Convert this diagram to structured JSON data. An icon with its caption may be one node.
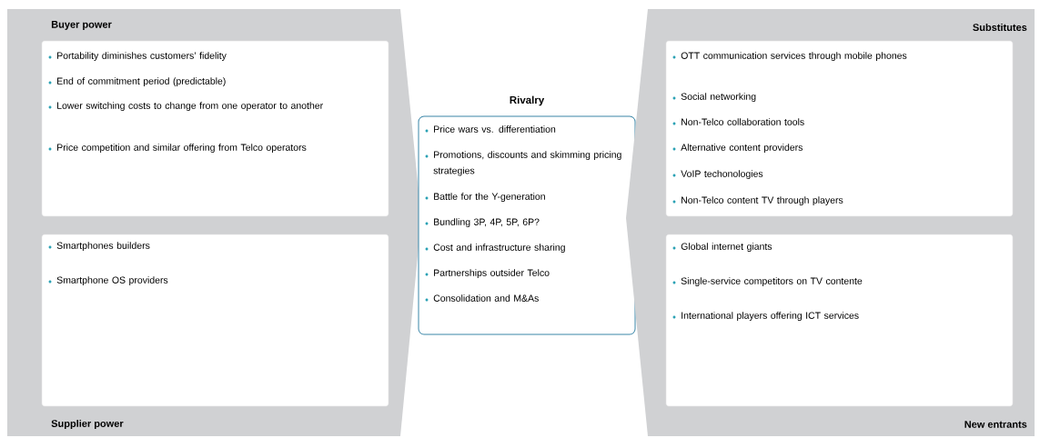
{
  "diagram": {
    "nodes": [
      {
        "text": [
          "Buyer power",
          "Supplier power"
        ]
      },
      {
        "text": [
          "Portability diminishes customers’ fidelity",
          "End of commitment period (predictable)",
          "Lower switching costs to change from one operator to another",
          "Price competition and similar offering from Telco operators"
        ],
        "in": 0
      },
      {
        "text": [
          "Smartphones builders",
          "Smartphone OS providers"
        ],
        "in": 0
      },
      {
        "text": [
          "Rivalry",
          "Price wars vs. differentiation",
          "Promotions, discounts and skimming pricing strategies",
          "Battle for the Y-generation",
          "Bundling 3P, 4P, 5P, 6P?",
          "Cost and infrastructure sharing",
          "Partnerships outsider Telco",
          "Consolidation and M&As"
        ]
      },
      {
        "text": [
          "Substitutes",
          "New entrants"
        ]
      },
      {
        "text": [
          "OTT communication services through mobile phones",
          "Social networking",
          "Non-Telco collaboration tools",
          "Alternative content providers",
          "VoIP techonologies",
          "Non-Telco content TV through players"
        ],
        "in": 4
      },
      {
        "text": [
          "Global internet giants",
          "Single-service competitors on TV contente",
          "International players offering ICT services"
        ],
        "in": 4
      }
    ]
  }
}
